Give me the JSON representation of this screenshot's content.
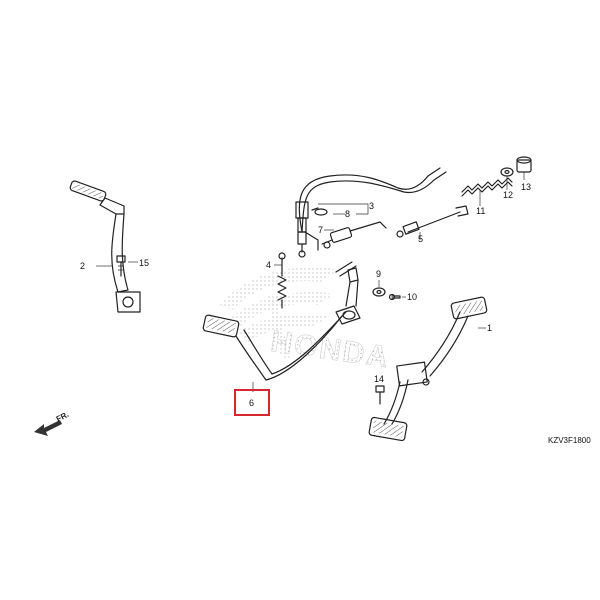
{
  "diagram": {
    "code": "KZV3F1800",
    "front_label": "FR.",
    "watermark": "HONDA",
    "highlight_color": "#d7262e",
    "callouts": {
      "c1": "1",
      "c2": "2",
      "c3": "3",
      "c4": "4",
      "c5": "5",
      "c6": "6",
      "c7": "7",
      "c8": "8",
      "c9": "9",
      "c10": "10",
      "c11": "11",
      "c12": "12",
      "c13": "13",
      "c14": "14",
      "c15": "15"
    }
  }
}
